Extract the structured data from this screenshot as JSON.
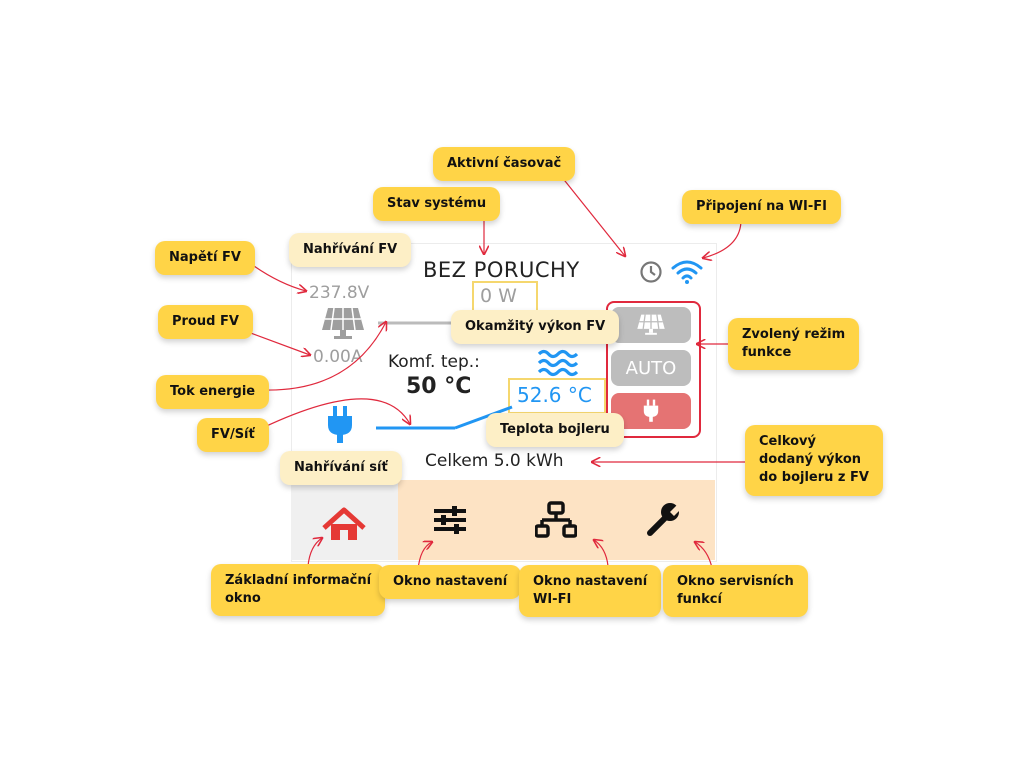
{
  "screen": {
    "status": "BEZ PORUCHY",
    "pv_voltage": "237.8V",
    "pv_current": "0.00A",
    "instant_power": "0 W",
    "comfort_label": "Komf. tep.:",
    "comfort_value": "50 °C",
    "boiler_temp": "52.6 °C",
    "total": "Celkem 5.0 kWh",
    "mode_auto": "AUTO"
  },
  "annotations": {
    "active_timer": "Aktivní časovač",
    "system_state": "Stav systému",
    "wifi_connection": "Připojení na WI-FI",
    "pv_voltage": "Napětí FV",
    "pv_heating": "Nahřívání FV",
    "pv_current": "Proud FV",
    "instant_power": "Okamžitý výkon FV",
    "selected_mode_line1": "Zvolený režim",
    "selected_mode_line2": "funkce",
    "energy_flow": "Tok energie",
    "pv_grid": "FV/Síť",
    "boiler_temp": "Teplota bojleru",
    "total_line1": "Celkový",
    "total_line2": "dodaný výkon",
    "total_line3": "do bojleru z FV",
    "grid_heating": "Nahřívání síť",
    "basic_window_line1": "Základní informační",
    "basic_window_line2": "okno",
    "settings_window": "Okno nastavení",
    "wifi_window_line1": "Okno nastavení",
    "wifi_window_line2": "WI-FI",
    "service_window_line1": "Okno servisních",
    "service_window_line2": "funkcí"
  },
  "icons": {
    "solar": "solar-panel-icon",
    "waves": "waves-icon",
    "plug": "plug-icon",
    "clock": "clock-icon",
    "wifi": "wifi-icon",
    "home": "home-icon",
    "sliders": "sliders-icon",
    "network": "network-icon",
    "wrench": "wrench-icon"
  },
  "colors": {
    "label_bg": "#ffd447",
    "label_pale_bg": "#fdefc6",
    "arrow": "#e0293d",
    "accent_blue": "#2196f3",
    "home_red": "#e53935",
    "nav_bg": "#fde3c4",
    "mode_gray": "#bdbdbd",
    "mode_red": "#e57373"
  }
}
